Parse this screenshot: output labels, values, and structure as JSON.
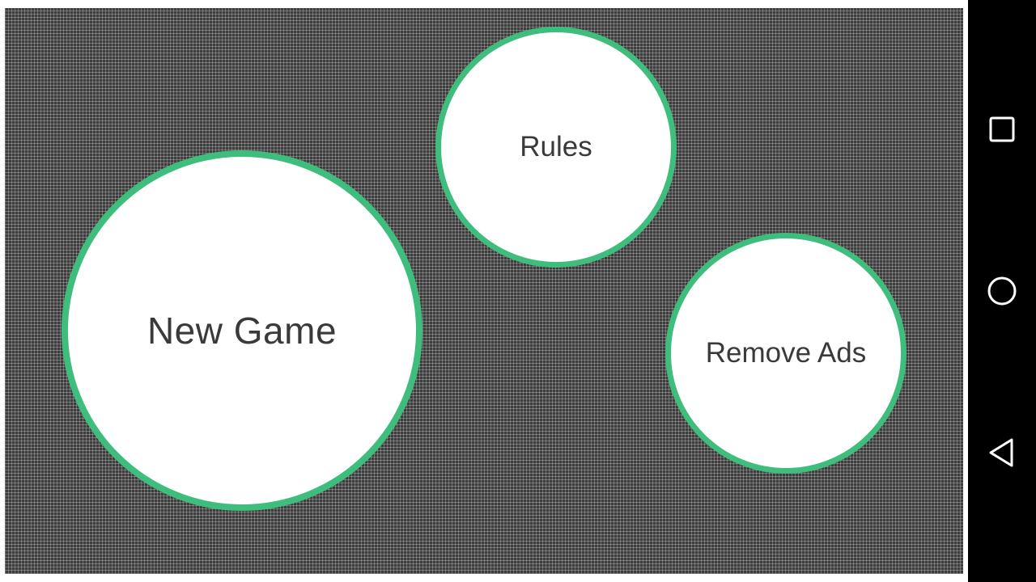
{
  "menu": {
    "new_game_label": "New Game",
    "rules_label": "Rules",
    "remove_ads_label": "Remove Ads"
  },
  "colors": {
    "accent": "#3fbd7c",
    "background": "#3c3c3c",
    "bubble_fill": "#ffffff",
    "nav_bar": "#000000"
  },
  "system_nav": {
    "icons": [
      "recents-icon",
      "home-icon",
      "back-icon"
    ]
  }
}
